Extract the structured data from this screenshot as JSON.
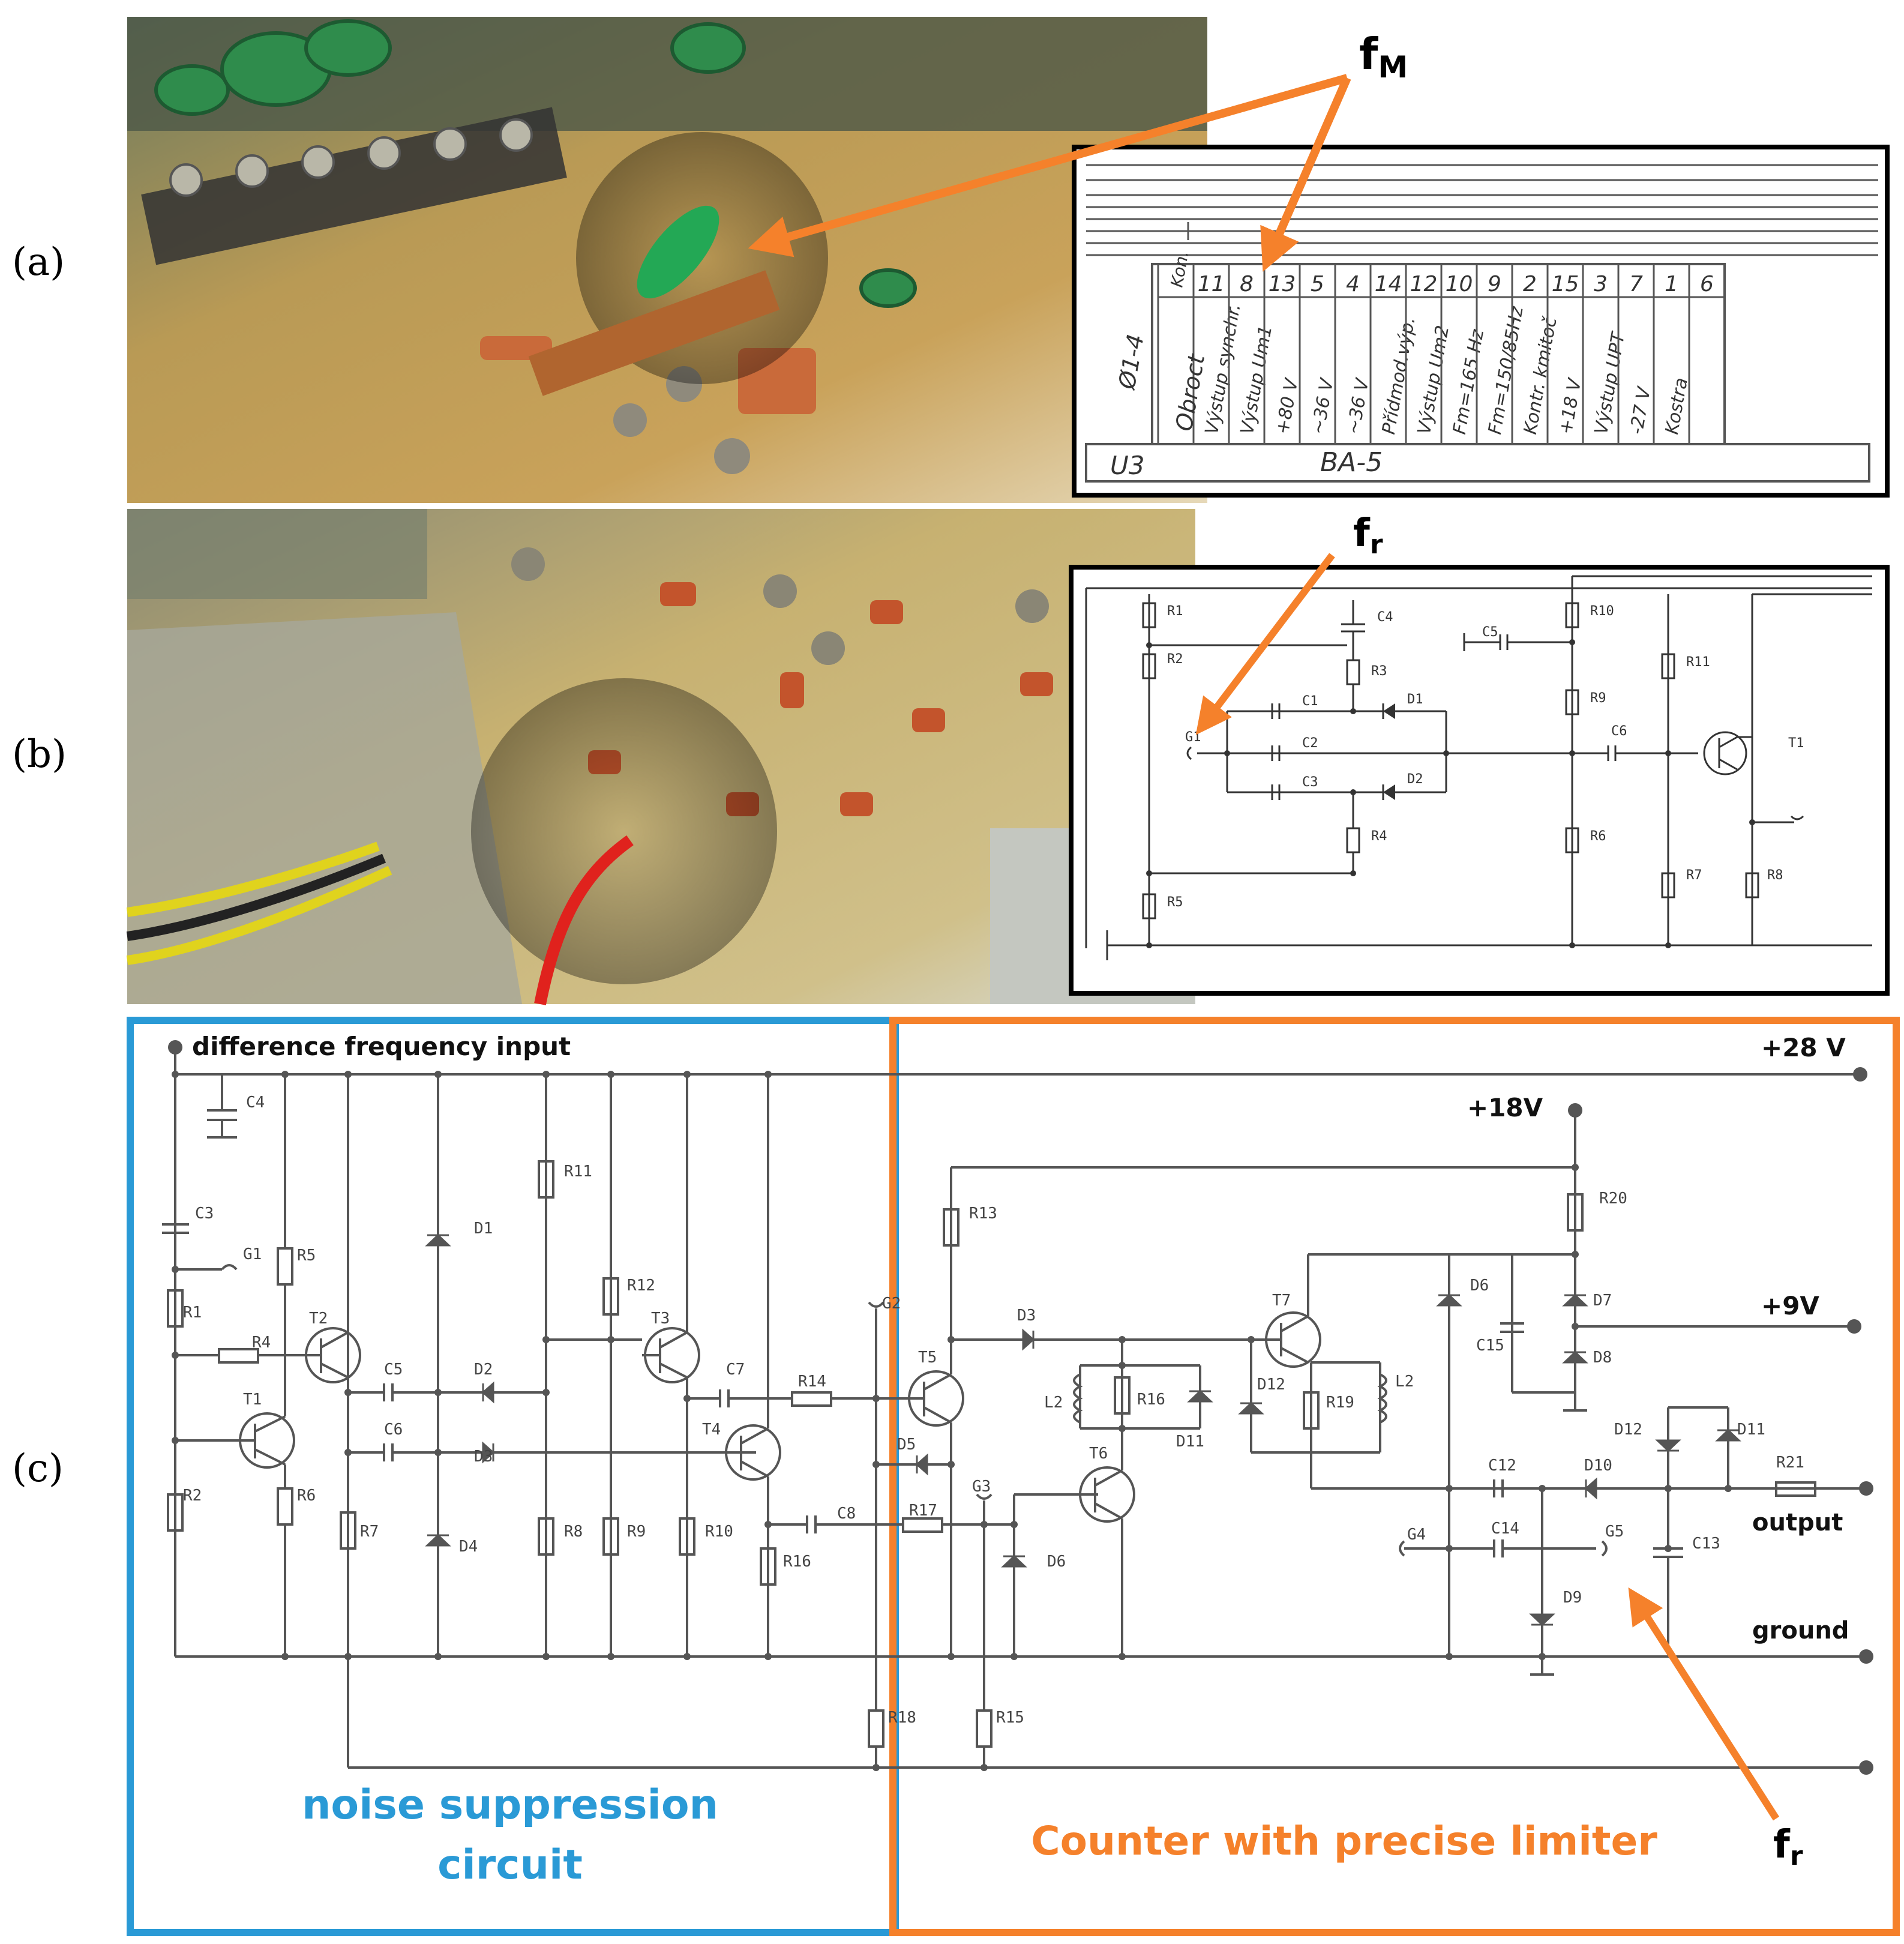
{
  "panel_labels": {
    "a": "(a)",
    "b": "(b)",
    "c": "(c)"
  },
  "callouts": {
    "fM": "f",
    "fM_sub": "M",
    "fr": "f",
    "fr_sub": "r"
  },
  "connector_table": {
    "row_header_left": "Kon.",
    "side_label": "Ø1-4",
    "side_label_2": "Obroct",
    "footer_left": "U3",
    "footer_center": "BA-5",
    "columns": [
      {
        "pin": "11",
        "label": "Výstup synchr."
      },
      {
        "pin": "8",
        "label": "Výstup Um1"
      },
      {
        "pin": "13",
        "label": "+80 V"
      },
      {
        "pin": "5",
        "label": "~36 V"
      },
      {
        "pin": "4",
        "label": "~36 V"
      },
      {
        "pin": "14",
        "label": "Přídmod.výp."
      },
      {
        "pin": "12",
        "label": "Výstup Um2"
      },
      {
        "pin": "10",
        "label": "Fm=165 Hz"
      },
      {
        "pin": "9",
        "label": "Fm=150/85Hz"
      },
      {
        "pin": "2",
        "label": "Kontr. kmitoč"
      },
      {
        "pin": "15",
        "label": "+18 V"
      },
      {
        "pin": "3",
        "label": "Výstup UPT"
      },
      {
        "pin": "7",
        "label": "-27 V"
      },
      {
        "pin": "1",
        "label": "Kostra"
      },
      {
        "pin": "6",
        "label": ""
      }
    ]
  },
  "schematic_b": {
    "labels": [
      "R1",
      "R2",
      "C4",
      "R3",
      "D1",
      "C1",
      "G1",
      "C2",
      "C3",
      "D2",
      "R4",
      "R5",
      "C5",
      "R10",
      "R9",
      "C6",
      "R6",
      "R11",
      "T1",
      "R7",
      "R8"
    ]
  },
  "schematic_c": {
    "top_input": "difference frequency input",
    "rail_28": "+28 V",
    "rail_18": "+18V",
    "rail_9": "+9V",
    "output": "output",
    "ground": "ground",
    "blue_box_label_1": "noise suppression",
    "blue_box_label_2": "circuit",
    "orange_box_label": "Counter with precise limiter",
    "colors": {
      "blue": "#2a9ad6",
      "orange": "#f5812b"
    },
    "components": [
      "C4",
      "C3",
      "G1",
      "R1",
      "R5",
      "T2",
      "R4",
      "T1",
      "R2",
      "R6",
      "R7",
      "C5",
      "C6",
      "D1",
      "D2",
      "D3",
      "D4",
      "R11",
      "R12",
      "R8",
      "R9",
      "T3",
      "C7",
      "T4",
      "R10",
      "R14",
      "R16",
      "C8",
      "G2",
      "R13",
      "T5",
      "D3",
      "D5",
      "G3",
      "R17",
      "R18",
      "R15",
      "D6",
      "T6",
      "L2",
      "R16",
      "D11",
      "D12",
      "R19",
      "L2",
      "T7",
      "D6",
      "C15",
      "R20",
      "D7",
      "D8",
      "D12",
      "D11",
      "C12",
      "D10",
      "R21",
      "C14",
      "G4",
      "G5",
      "D9",
      "C13"
    ]
  }
}
